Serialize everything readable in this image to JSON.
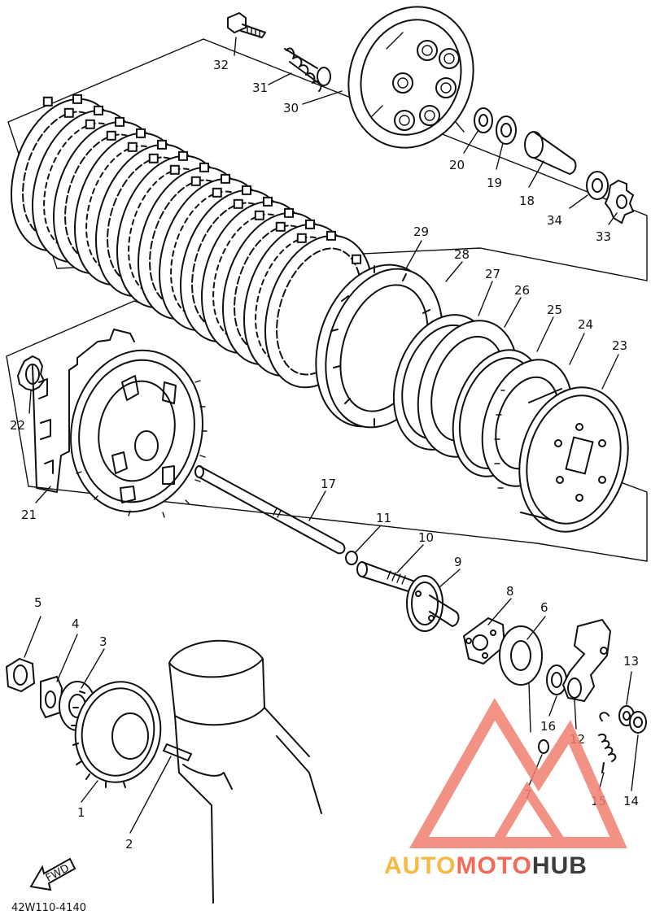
{
  "diagram": {
    "part_number": "42W110-4140",
    "fwd_label": "FWD",
    "callouts": [
      {
        "id": "1",
        "label": "1"
      },
      {
        "id": "2",
        "label": "2"
      },
      {
        "id": "3",
        "label": "3"
      },
      {
        "id": "4",
        "label": "4"
      },
      {
        "id": "5",
        "label": "5"
      },
      {
        "id": "6",
        "label": "6"
      },
      {
        "id": "7",
        "label": "7"
      },
      {
        "id": "8",
        "label": "8"
      },
      {
        "id": "9",
        "label": "9"
      },
      {
        "id": "10",
        "label": "10"
      },
      {
        "id": "11",
        "label": "11"
      },
      {
        "id": "12",
        "label": "12"
      },
      {
        "id": "13",
        "label": "13"
      },
      {
        "id": "14",
        "label": "14"
      },
      {
        "id": "15",
        "label": "15"
      },
      {
        "id": "16",
        "label": "16"
      },
      {
        "id": "17",
        "label": "17"
      },
      {
        "id": "18",
        "label": "18"
      },
      {
        "id": "19",
        "label": "19"
      },
      {
        "id": "20",
        "label": "20"
      },
      {
        "id": "21",
        "label": "21"
      },
      {
        "id": "22",
        "label": "22"
      },
      {
        "id": "23",
        "label": "23"
      },
      {
        "id": "24",
        "label": "24"
      },
      {
        "id": "25",
        "label": "25"
      },
      {
        "id": "26",
        "label": "26"
      },
      {
        "id": "27",
        "label": "27"
      },
      {
        "id": "28",
        "label": "28"
      },
      {
        "id": "29",
        "label": "29"
      },
      {
        "id": "30",
        "label": "30"
      },
      {
        "id": "31",
        "label": "31"
      },
      {
        "id": "32",
        "label": "32"
      },
      {
        "id": "33",
        "label": "33"
      },
      {
        "id": "34",
        "label": "34"
      }
    ]
  },
  "watermark": {
    "part1": "AUTO",
    "part2": "MOTO",
    "part3": "HUB",
    "colors": {
      "auto": "#f5b945",
      "moto": "#f26a5a",
      "hub": "#3c3c3c",
      "logo": "#f08070"
    }
  }
}
